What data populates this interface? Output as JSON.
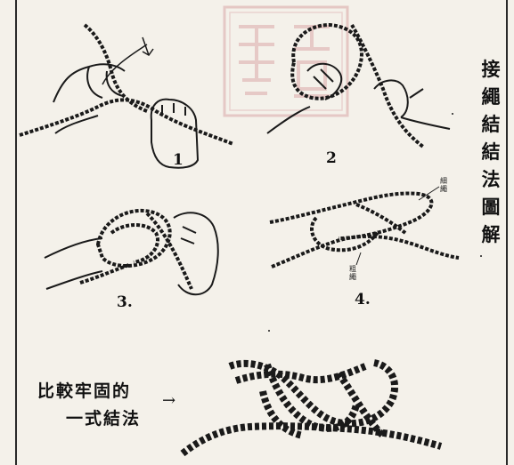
{
  "title_chars": [
    "接",
    "繩",
    "結",
    "結",
    "法",
    "圖",
    "解"
  ],
  "figure_labels": {
    "fig1": "1",
    "fig2": "2",
    "fig3": "3.",
    "fig4": "4."
  },
  "rope_notes": {
    "thin_rope": [
      "細",
      "繩"
    ],
    "thick_rope": [
      "粗",
      "繩"
    ]
  },
  "caption": {
    "line1": "比較牢固的",
    "line2": "一式結法"
  },
  "arrow_symbol": "→",
  "seal_text": "朗姬",
  "colors": {
    "ink": "#1a1a1a",
    "paper": "#f4f1ea",
    "seal": "#d9a5a5"
  }
}
